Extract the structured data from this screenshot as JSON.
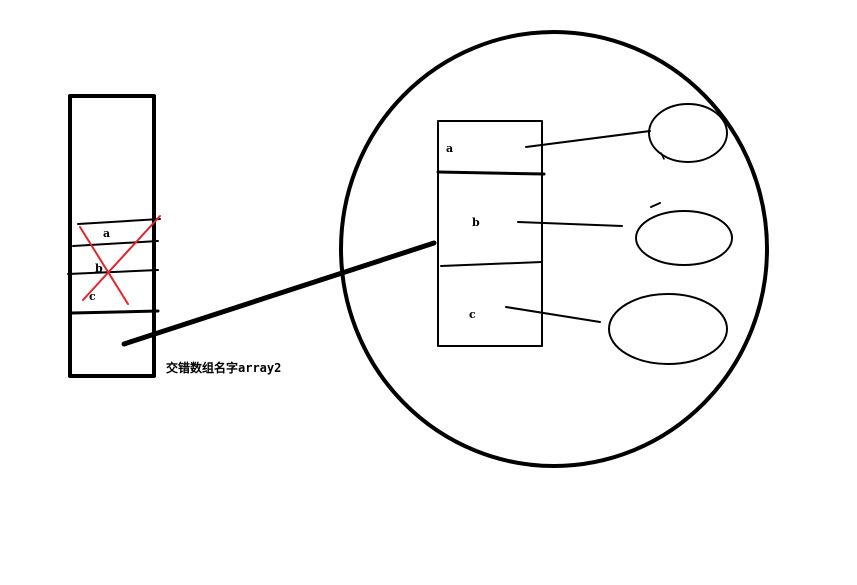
{
  "canvas": {
    "background": "#ffffff",
    "ink_color": "#000000",
    "cross_color": "#e0262b"
  },
  "left_array": {
    "cells": [
      {
        "label": "a"
      },
      {
        "label": "b"
      },
      {
        "label": "c"
      }
    ],
    "caption": "交错数组名字array2",
    "crossed_out": true
  },
  "zoom_view": {
    "cells": [
      {
        "label": "a"
      },
      {
        "label": "b"
      },
      {
        "label": "c"
      }
    ]
  }
}
